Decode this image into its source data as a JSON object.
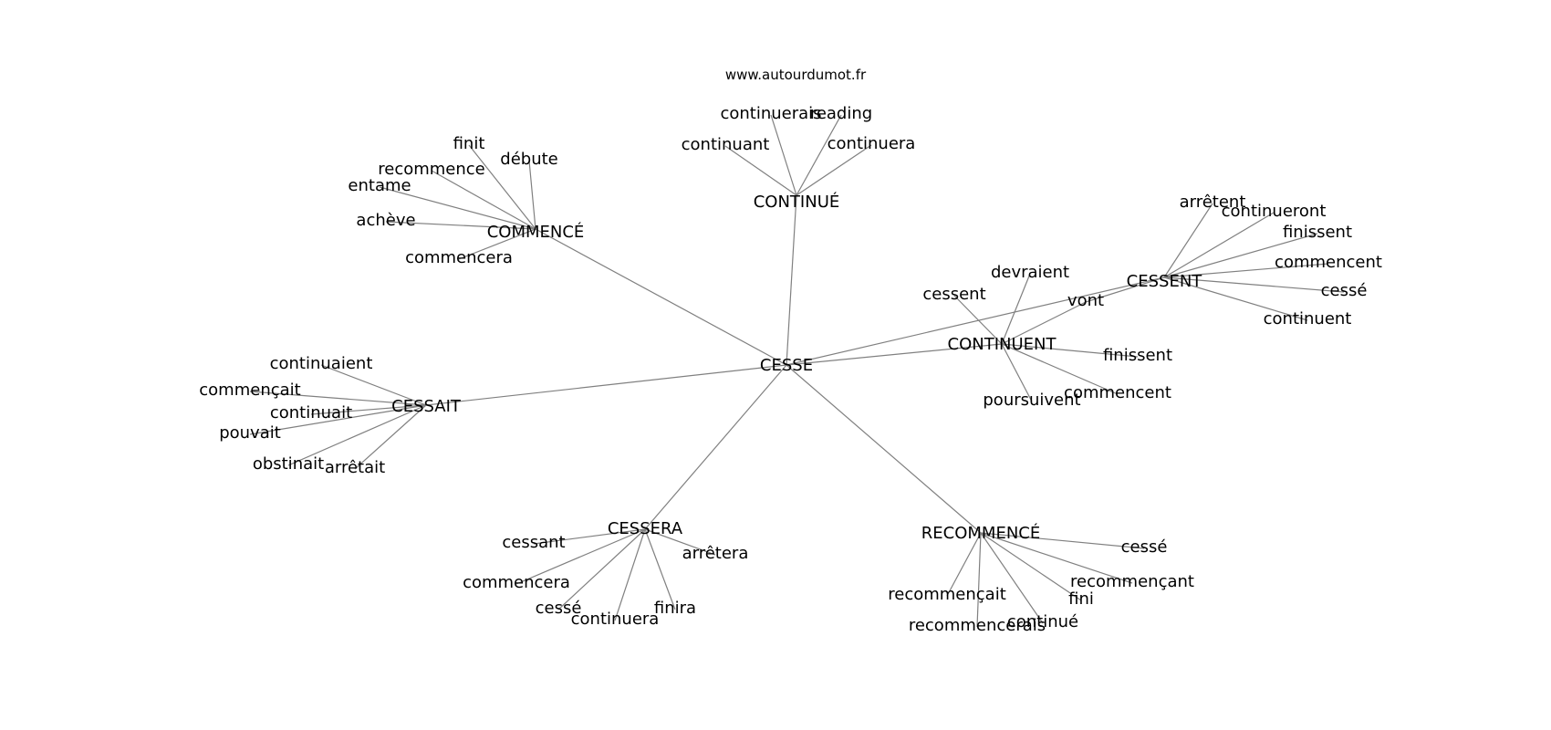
{
  "source": "www.autourdumot.fr",
  "graph": {
    "center": "CESSE",
    "hubs": [
      {
        "id": "continue_hub",
        "label": "CONTINUÉ",
        "leaves": [
          "continuerais",
          "reading",
          "continuant",
          "continuera"
        ]
      },
      {
        "id": "commence_hub",
        "label": "COMMENCÉ",
        "leaves": [
          "finit",
          "débute",
          "recommence",
          "entame",
          "achève",
          "commencera"
        ]
      },
      {
        "id": "cessent_hub",
        "label": "CESSENT",
        "leaves": [
          "arrêtent",
          "continueront",
          "finissent",
          "commencent",
          "cessé",
          "continuent"
        ]
      },
      {
        "id": "continuent_hub",
        "label": "CONTINUENT",
        "leaves": [
          "devraient",
          "cessent",
          "vont",
          "finissent",
          "poursuivent",
          "commencent"
        ]
      },
      {
        "id": "cessait_hub",
        "label": "CESSAIT",
        "leaves": [
          "continuaient",
          "commençait",
          "continuait",
          "pouvait",
          "obstinait",
          "arrêtait"
        ]
      },
      {
        "id": "cessera_hub",
        "label": "CESSERA",
        "leaves": [
          "cessant",
          "arrêtera",
          "commencera",
          "cessé",
          "continuera",
          "finira"
        ]
      },
      {
        "id": "recommence_hub",
        "label": "RECOMMENCÉ",
        "leaves": [
          "cessé",
          "recommençant",
          "fini",
          "recommençait",
          "recommencerais",
          "continué"
        ]
      }
    ],
    "extra_links": [
      {
        "from": "cessent_hub",
        "to": "continuent_hub",
        "via": "vont"
      }
    ]
  }
}
